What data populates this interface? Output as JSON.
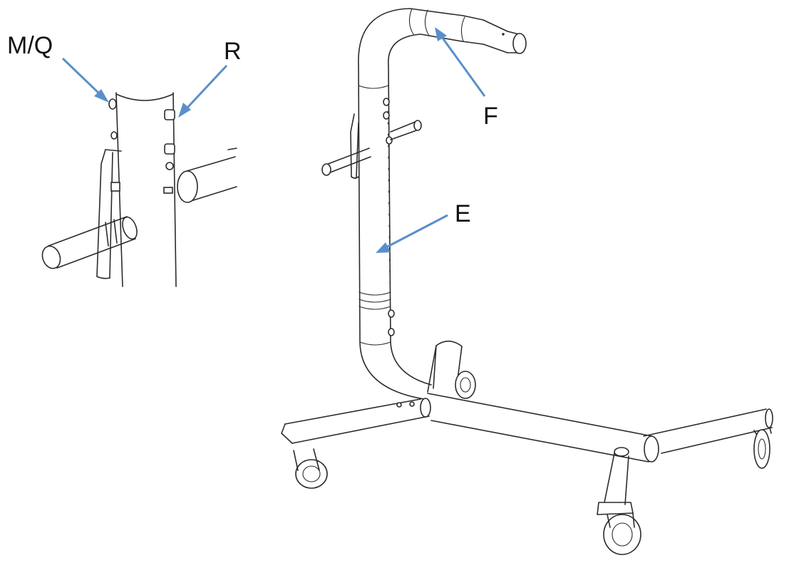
{
  "callouts": {
    "mq": "M/Q",
    "r": "R",
    "f": "F",
    "e": "E"
  },
  "colors": {
    "arrow": "#5b8fc9",
    "line": "#2b2b2b",
    "background": "#ffffff"
  }
}
